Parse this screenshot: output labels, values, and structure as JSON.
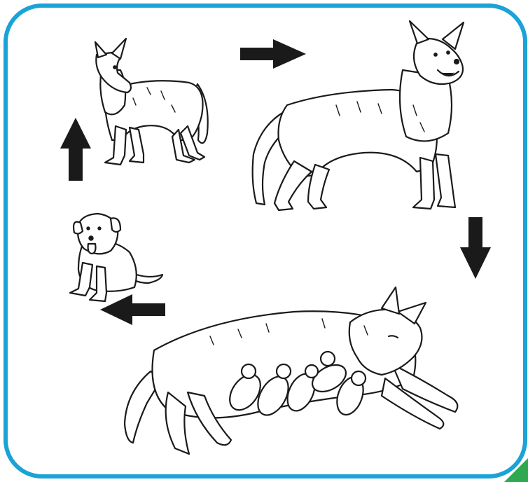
{
  "diagram": {
    "stages": [
      {
        "id": "young-dog",
        "name": "young-dog-standing"
      },
      {
        "id": "adult-dog",
        "name": "adult-dog"
      },
      {
        "id": "mother-nursing",
        "name": "mother-dog-nursing-puppies"
      },
      {
        "id": "puppy",
        "name": "puppy-sitting"
      }
    ],
    "cycle_order": [
      "young-dog",
      "adult-dog",
      "mother-nursing",
      "puppy",
      "young-dog"
    ]
  },
  "colors": {
    "frame_border": "#1aa3d6",
    "arrow": "#1a1a1a",
    "line_art": "#1a1a1a",
    "corner_accent": "#2fa84f"
  }
}
